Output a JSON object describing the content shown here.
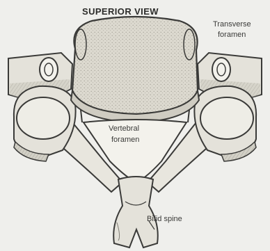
{
  "title": "SUPERIOR VIEW",
  "labels": {
    "transverse_foramen": [
      "Transverse",
      "foramen"
    ],
    "vertebral_foramen": [
      "Vertebral",
      "foramen"
    ],
    "bifid_spine": "Bifid spine"
  },
  "colors": {
    "background": "#efefec",
    "ink": "#3a3a38",
    "bone_fill": "#e4e2da",
    "body_fill": "#dcd9cf"
  }
}
